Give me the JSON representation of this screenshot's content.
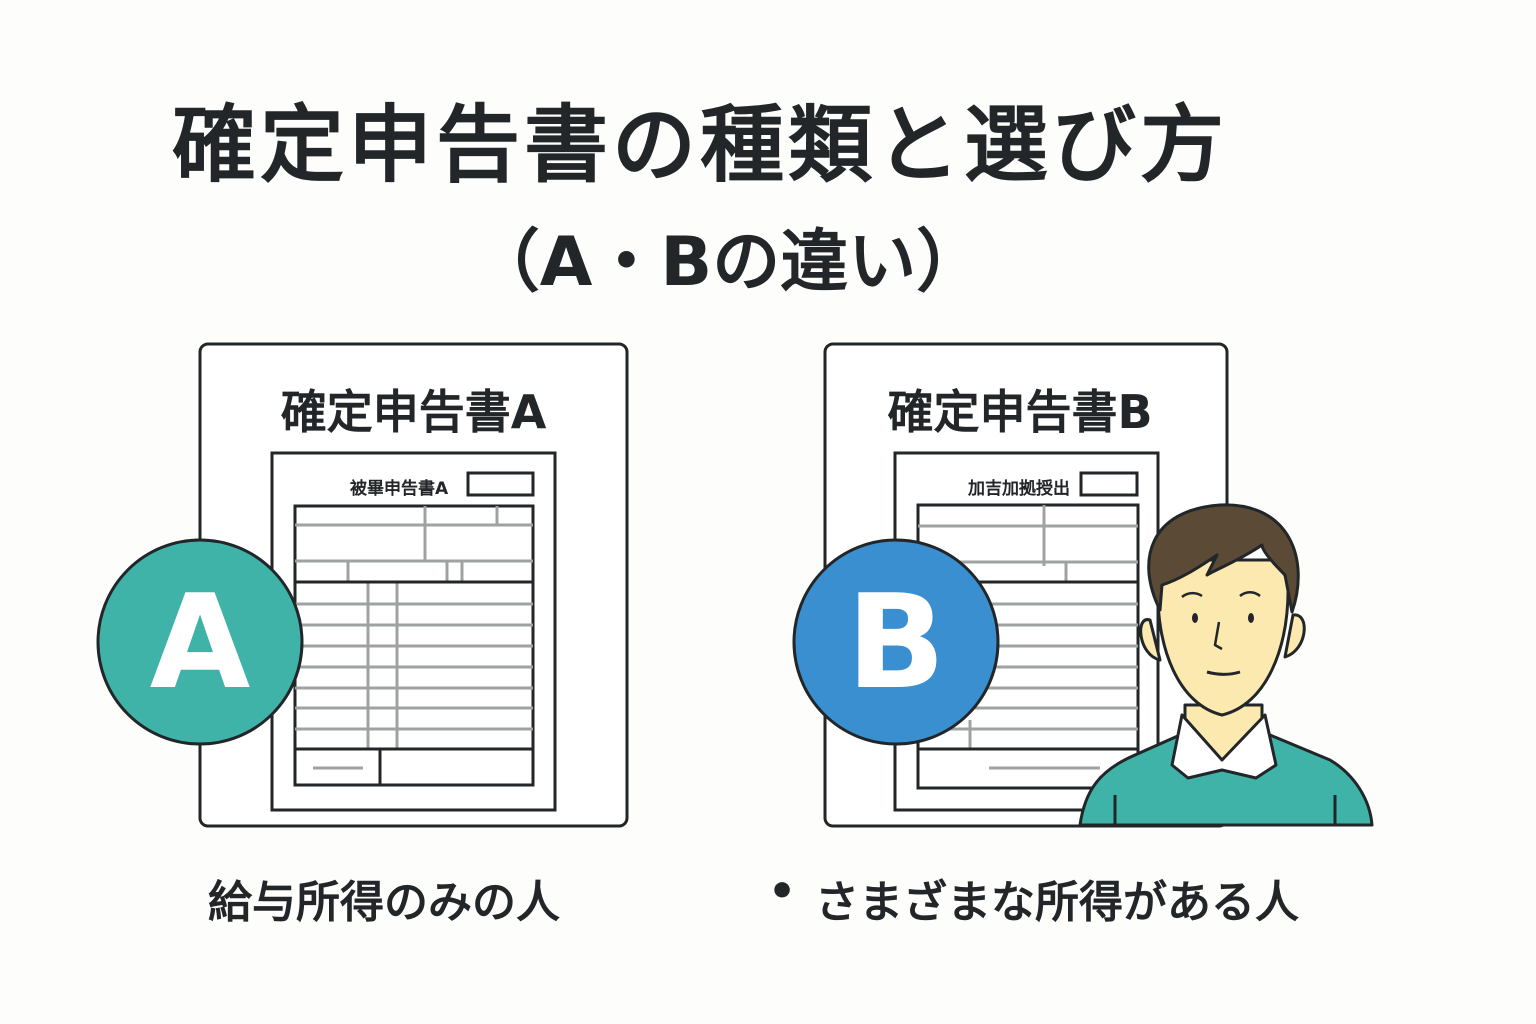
{
  "title": "確定申告書の種類と選び方",
  "subtitle": "（A・Bの違い）",
  "cards": [
    {
      "label": "確定申告書A",
      "form_caption": "被畢申告書A",
      "badge": "A",
      "badge_color": "#3fb3a8",
      "description": "給与所得のみの人"
    },
    {
      "label": "確定申告書B",
      "form_caption": "加吉加拠授出",
      "badge": "B",
      "badge_color": "#3a8fd0",
      "description": "さまざまな所得がある人",
      "bullet": "•"
    }
  ],
  "colors": {
    "outline": "#222629",
    "form_lines": "#9ea3a0",
    "shirt": "#3fb3a8",
    "skin": "#fce9b0",
    "hair": "#5a4a36"
  }
}
